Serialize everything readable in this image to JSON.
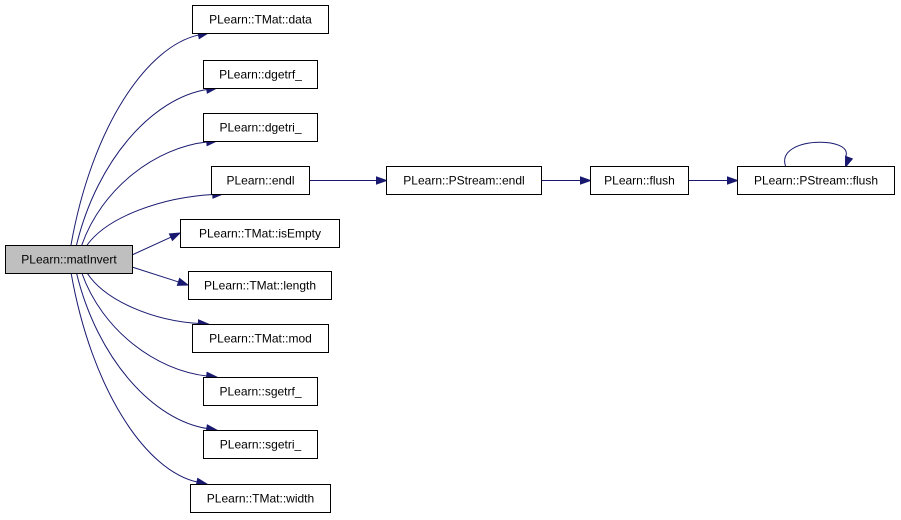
{
  "diagram": {
    "type": "call-graph",
    "nodes": [
      {
        "id": "matInvert",
        "label": "PLearn::matInvert",
        "root": true
      },
      {
        "id": "tmat_data",
        "label": "PLearn::TMat::data"
      },
      {
        "id": "dgetrf",
        "label": "PLearn::dgetrf_"
      },
      {
        "id": "dgetri",
        "label": "PLearn::dgetri_"
      },
      {
        "id": "endl",
        "label": "PLearn::endl"
      },
      {
        "id": "tmat_isEmpty",
        "label": "PLearn::TMat::isEmpty"
      },
      {
        "id": "tmat_length",
        "label": "PLearn::TMat::length"
      },
      {
        "id": "tmat_mod",
        "label": "PLearn::TMat::mod"
      },
      {
        "id": "sgetrf",
        "label": "PLearn::sgetrf_"
      },
      {
        "id": "sgetri",
        "label": "PLearn::sgetri_"
      },
      {
        "id": "tmat_width",
        "label": "PLearn::TMat::width"
      },
      {
        "id": "pstream_endl",
        "label": "PLearn::PStream::endl"
      },
      {
        "id": "flush",
        "label": "PLearn::flush"
      },
      {
        "id": "pstream_flush",
        "label": "PLearn::PStream::flush"
      }
    ],
    "edges": [
      {
        "from": "matInvert",
        "to": "tmat_data"
      },
      {
        "from": "matInvert",
        "to": "dgetrf"
      },
      {
        "from": "matInvert",
        "to": "dgetri"
      },
      {
        "from": "matInvert",
        "to": "endl"
      },
      {
        "from": "matInvert",
        "to": "tmat_isEmpty"
      },
      {
        "from": "matInvert",
        "to": "tmat_length"
      },
      {
        "from": "matInvert",
        "to": "tmat_mod"
      },
      {
        "from": "matInvert",
        "to": "sgetrf"
      },
      {
        "from": "matInvert",
        "to": "sgetri"
      },
      {
        "from": "matInvert",
        "to": "tmat_width"
      },
      {
        "from": "endl",
        "to": "pstream_endl"
      },
      {
        "from": "pstream_endl",
        "to": "flush"
      },
      {
        "from": "flush",
        "to": "pstream_flush"
      },
      {
        "from": "pstream_flush",
        "to": "pstream_flush"
      }
    ],
    "colors": {
      "edge": "#191970",
      "root_fill": "#bfbfbf",
      "node_fill": "#ffffff",
      "border": "#000000"
    }
  }
}
